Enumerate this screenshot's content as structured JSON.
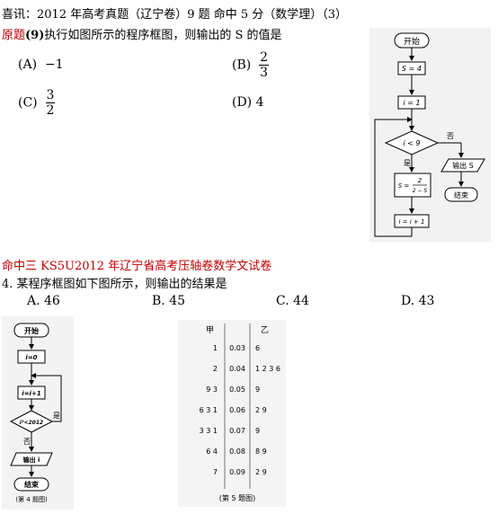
{
  "header": {
    "title": "喜讯：2012 年高考真题（辽宁卷）9 题  命中 5 分（数学理）（3）",
    "original_tag": "原题",
    "original_num": "(9)",
    "original_text": "执行如图所示的程序框图，则输出的 S 的值是"
  },
  "q9": {
    "options": [
      {
        "label": "(A)",
        "value": "−1"
      },
      {
        "label": "(B)",
        "num": "2",
        "den": "3"
      },
      {
        "label": "(C)",
        "num": "3",
        "den": "2"
      },
      {
        "label": "(D)",
        "value": "4"
      }
    ],
    "flowchart": {
      "start": "开始",
      "s_init": "S = 4",
      "i_init": "i = 1",
      "cond": "i < 9",
      "no": "否",
      "yes": "是",
      "output": "输出  S",
      "end": "结束",
      "update_s_lhs": "S =",
      "update_s_num": "2",
      "update_s_den": "2 − S",
      "update_i": "i = i + 1"
    }
  },
  "hit": {
    "title": "命中三  KS5U2012 年辽宁省高考压轴卷数学文试卷",
    "question": "4. 某程序框图如下图所示，则输出的结果是",
    "options": [
      {
        "label": "A.",
        "value": "46"
      },
      {
        "label": "B.",
        "value": "45"
      },
      {
        "label": "C.",
        "value": "44"
      },
      {
        "label": "D.",
        "value": "43"
      }
    ],
    "flowchart": {
      "start": "开始",
      "init": "i=0",
      "update": "i=i+1",
      "cond": "i²<2012",
      "yes": "是",
      "no": "否",
      "output": "输出 i",
      "end": "结束",
      "caption": "(第 4 题图)"
    }
  },
  "stem_leaf": {
    "left_header": "甲",
    "right_header": "乙",
    "rows": [
      {
        "left": "1",
        "stem": "0.03",
        "right": "6"
      },
      {
        "left": "2",
        "stem": "0.04",
        "right": "1 2 3 6"
      },
      {
        "left": "9 3",
        "stem": "0.05",
        "right": "9"
      },
      {
        "left": "6 3 1",
        "stem": "0.06",
        "right": "2 9"
      },
      {
        "left": "3 3 1",
        "stem": "0.07",
        "right": "9"
      },
      {
        "left": "6 4",
        "stem": "0.08",
        "right": "8 9"
      },
      {
        "left": "7",
        "stem": "0.09",
        "right": "2 9"
      }
    ],
    "caption": "(第 5 题图)"
  }
}
